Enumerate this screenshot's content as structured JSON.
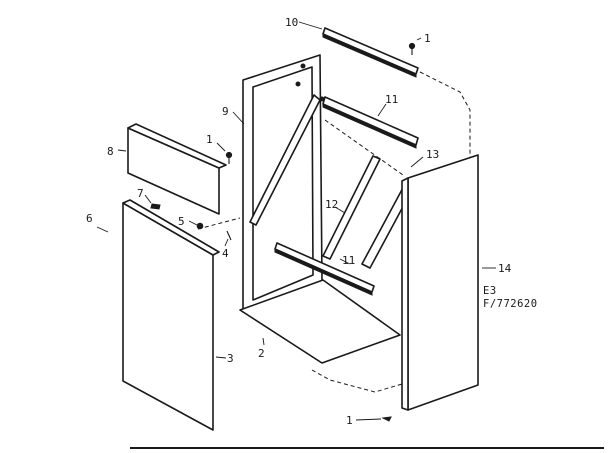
{
  "callouts": {
    "c1_top": "1",
    "c1_left": "1",
    "c1_bottom": "1",
    "c2": "2",
    "c3": "3",
    "c4": "4",
    "c5": "5",
    "c6": "6",
    "c7": "7",
    "c8": "8",
    "c9": "9",
    "c10": "10",
    "c11_top": "11",
    "c11_mid": "11",
    "c12": "12",
    "c13": "13",
    "c14": "14"
  },
  "reference": {
    "code": "E3",
    "figure": "F/772620"
  }
}
